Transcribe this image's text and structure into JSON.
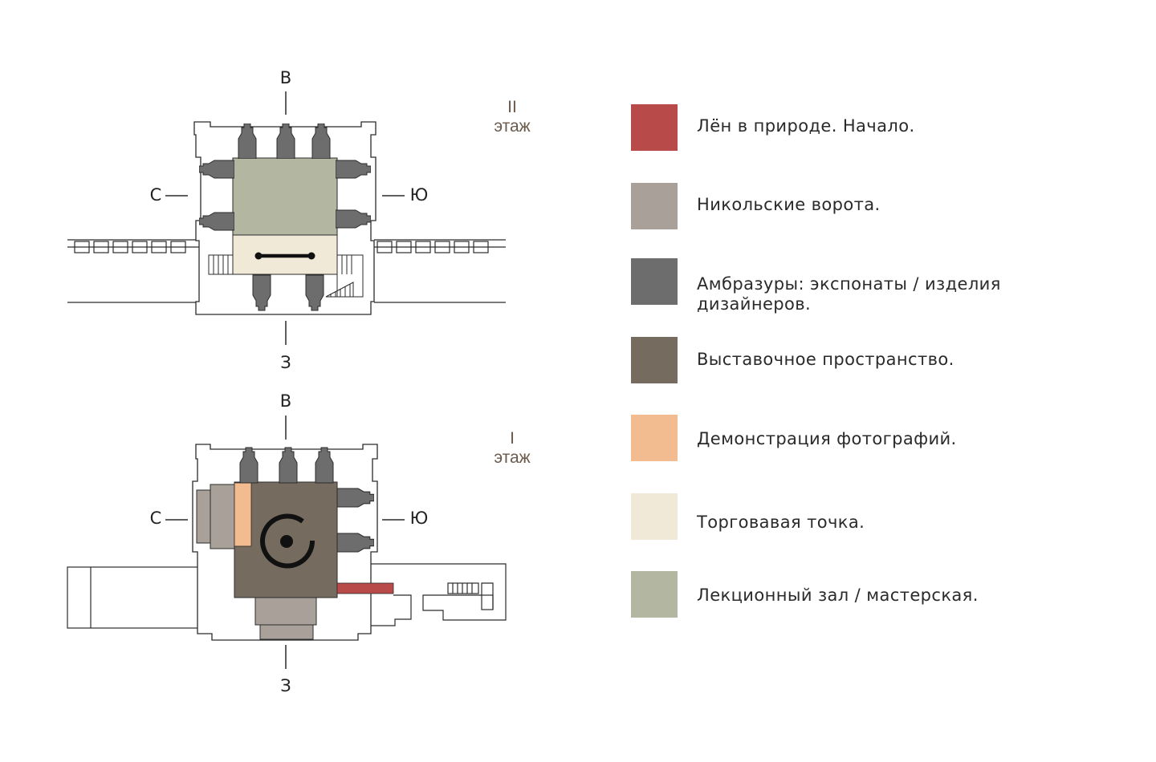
{
  "directions": {
    "north": "В",
    "west": "С",
    "east": "Ю",
    "south": "З"
  },
  "floors": {
    "second": {
      "numeral": "II",
      "word": "этаж"
    },
    "first": {
      "numeral": "I",
      "word": "этаж"
    }
  },
  "colors": {
    "red": "#b84a4a",
    "gate": "#a8a099",
    "embrasure": "#6d6d6d",
    "exhibition": "#766b5f",
    "photo": "#f2bb90",
    "shop": "#f0e9d8",
    "lecture": "#b3b7a2",
    "outline": "#2b2b2b"
  },
  "icons": {
    "second_floor": "bench-icon",
    "first_floor": "target-circle-icon"
  },
  "legend": [
    {
      "label": "Лён в природе. Начало.",
      "color": "#b84a4a"
    },
    {
      "label": "Никольские ворота.",
      "color": "#a8a099"
    },
    {
      "label": "Амбразуры: экспонаты / изделия дизайнеров.",
      "color": "#6d6d6d"
    },
    {
      "label": "Выставочное пространство.",
      "color": "#766b5f"
    },
    {
      "label": "Демонстрация фотографий.",
      "color": "#f2bb90"
    },
    {
      "label": "Торговавая точка.",
      "color": "#f0e9d8"
    },
    {
      "label": "Лекционный зал / мастерская.",
      "color": "#b3b7a2"
    }
  ]
}
